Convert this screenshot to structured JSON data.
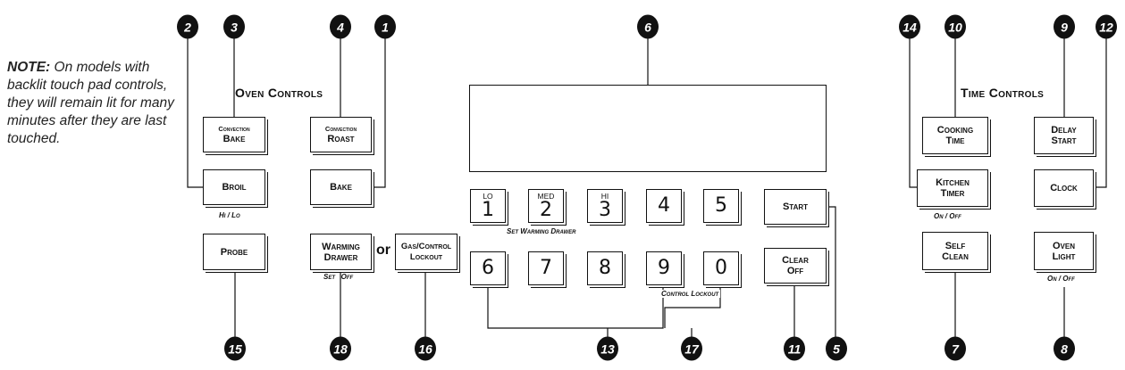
{
  "note": {
    "label": "NOTE:",
    "text": " On models with backlit touch pad controls, they will remain lit for many minutes after they are last touched."
  },
  "titles": {
    "oven": "Oven Controls",
    "time": "Time Controls"
  },
  "pads": {
    "convection_bake": {
      "l1": "Convection",
      "l2": "Bake"
    },
    "convection_roast": {
      "l1": "Convection",
      "l2": "Roast"
    },
    "broil": {
      "l1": "Broil"
    },
    "bake": {
      "l1": "Bake"
    },
    "probe": {
      "l1": "Probe"
    },
    "warming_drawer": {
      "l1": "Warming",
      "l2": "Drawer"
    },
    "gas_lockout": {
      "l1": "Gas/Control",
      "l2": "Lockout"
    },
    "start": {
      "l1": "Start"
    },
    "clear_off": {
      "l1": "Clear",
      "l2": "Off"
    },
    "cooking_time": {
      "l1": "Cooking",
      "l2": "Time"
    },
    "delay_start": {
      "l1": "Delay",
      "l2": "Start"
    },
    "kitchen_timer": {
      "l1": "Kitchen",
      "l2": "Timer"
    },
    "clock": {
      "l1": "Clock"
    },
    "self_clean": {
      "l1": "Self",
      "l2": "Clean"
    },
    "oven_light": {
      "l1": "Oven",
      "l2": "Light"
    }
  },
  "numpad": {
    "k1": {
      "sub": "LO",
      "digit": "1"
    },
    "k2": {
      "sub": "MED",
      "digit": "2"
    },
    "k3": {
      "sub": "HI",
      "digit": "3"
    },
    "k4": {
      "digit": "4"
    },
    "k5": {
      "digit": "5"
    },
    "k6": {
      "digit": "6"
    },
    "k7": {
      "digit": "7"
    },
    "k8": {
      "digit": "8"
    },
    "k9": {
      "digit": "9"
    },
    "k0": {
      "digit": "0"
    }
  },
  "captions": {
    "hi_lo": "Hi / Lo",
    "set_off": "Set   Off",
    "set_warming": "Set Warming Drawer",
    "control_lockout": "Control Lockout",
    "on_off_timer": "On / Off",
    "on_off_light": "On / Off"
  },
  "or_text": "or",
  "callouts": {
    "c1": "1",
    "c2": "2",
    "c3": "3",
    "c4": "4",
    "c5": "5",
    "c6": "6",
    "c7": "7",
    "c8": "8",
    "c9": "9",
    "c10": "10",
    "c11": "11",
    "c12": "12",
    "c13": "13",
    "c14": "14",
    "c15": "15",
    "c16": "16",
    "c17": "17",
    "c18": "18"
  }
}
